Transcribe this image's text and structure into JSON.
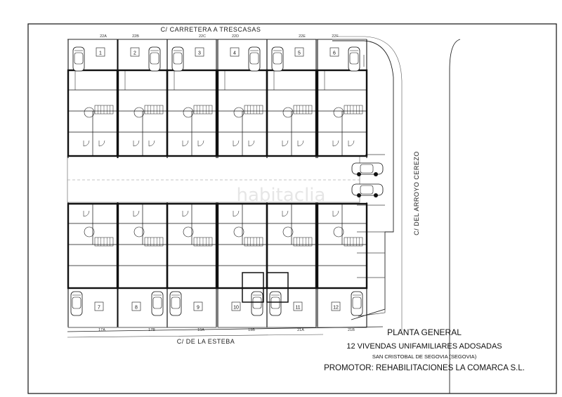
{
  "streets": {
    "north": "C/ CARRETERA A TRESCASAS",
    "south": "C/ DE LA ESTEBA",
    "east": "C/ DEL ARROYO CEREZO"
  },
  "north_lots": [
    {
      "code": "22A",
      "number": "1"
    },
    {
      "code": "22B",
      "number": "2"
    },
    {
      "code": "22C",
      "number": "3"
    },
    {
      "code": "22D",
      "number": "4"
    },
    {
      "code": "22E",
      "number": "5"
    },
    {
      "code": "22F",
      "number": "6"
    }
  ],
  "south_lots": [
    {
      "number": "7"
    },
    {
      "number": "8"
    },
    {
      "number": "9"
    },
    {
      "number": "10"
    },
    {
      "number": "11"
    },
    {
      "number": "12"
    }
  ],
  "south_codes": [
    "17A",
    "17B",
    "19A",
    "19B",
    "21A",
    "21B"
  ],
  "watermark": "habitaclia",
  "title_block": {
    "line1": "PLANTA GENERAL",
    "line2": "12 VIVENDAS UNIFAMILIARES ADOSADAS",
    "line3": "SAN CRISTOBAL DE SEGOVIA (SEGOVIA)",
    "line4": "PROMOTOR: REHABILITACIONES LA COMARCA S.L."
  }
}
